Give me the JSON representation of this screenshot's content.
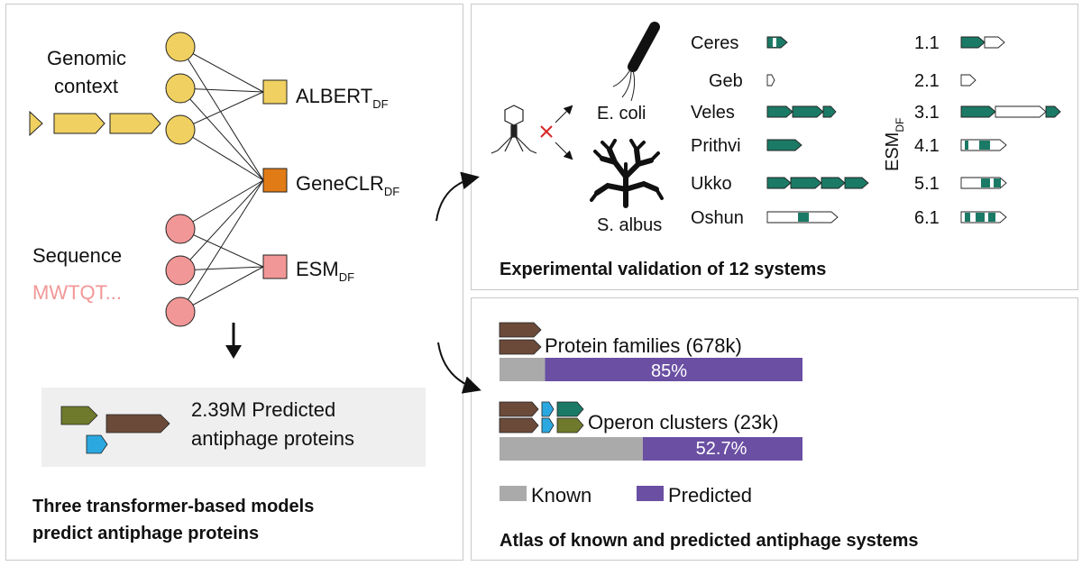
{
  "left_panel": {
    "input_genomic": [
      "Genomic",
      "context"
    ],
    "input_sequence": "Sequence",
    "sequence_example": "MWTQT...",
    "models": [
      {
        "name": "ALBERT",
        "sub": "DF",
        "color": "#f0d060"
      },
      {
        "name": "GeneCLR",
        "sub": "DF",
        "color": "#e07b16"
      },
      {
        "name": "ESM",
        "sub": "DF",
        "color": "#f29797"
      }
    ],
    "prediction": [
      "2.39M Predicted",
      "antiphage proteins"
    ],
    "caption": [
      "Three transformer-based models",
      "predict antiphage proteins"
    ]
  },
  "top_right_panel": {
    "hosts": [
      "E. coli",
      "S. albus"
    ],
    "systems_left": [
      "Ceres",
      "Geb",
      "Veles",
      "Prithvi",
      "Ukko",
      "Oshun"
    ],
    "esm_label": "ESM",
    "esm_sub": "DF",
    "systems_right": [
      "1.1",
      "2.1",
      "3.1",
      "4.1",
      "5.1",
      "6.1"
    ],
    "caption": "Experimental validation of 12 systems"
  },
  "bottom_right_panel": {
    "bars": [
      {
        "label": "Protein families (678k)",
        "predicted_pct": "85%",
        "predicted_fraction": 0.85
      },
      {
        "label": "Operon clusters (23k)",
        "predicted_pct": "52.7%",
        "predicted_fraction": 0.527
      }
    ],
    "legend": [
      {
        "label": "Known",
        "color": "#aaaaaa"
      },
      {
        "label": "Predicted",
        "color": "#6a4fa3"
      }
    ],
    "caption": "Atlas of known and predicted antiphage systems"
  },
  "colors": {
    "gene_yellow": "#f0d060",
    "gene_teal": "#1b7a66",
    "gene_brown": "#6b4a3a",
    "gene_olive": "#6f7a2c",
    "gene_blue": "#2ba8e0",
    "node_pink": "#f29797",
    "gray_box": "#efefef"
  }
}
